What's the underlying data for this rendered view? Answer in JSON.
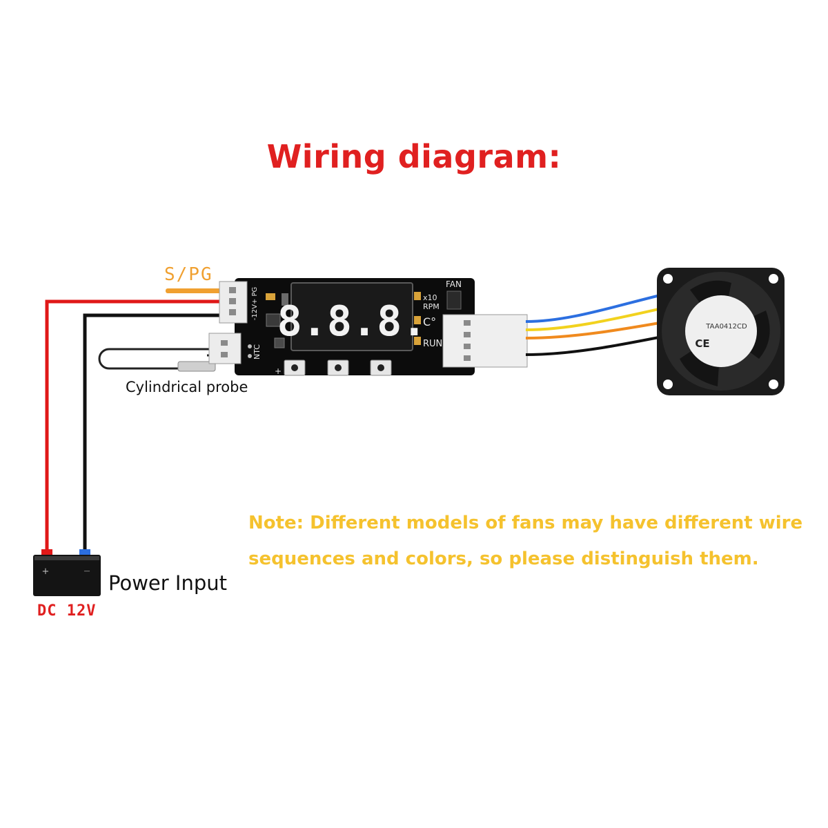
{
  "title": "Wiring diagram:",
  "labels": {
    "spg": "S/PG",
    "probe": "Cylindrical probe",
    "power_input": "Power Input",
    "dc": "DC 12V"
  },
  "note": {
    "line1": "Note: Different models of fans may have different wire",
    "line2": "sequences and colors, so please distinguish them."
  },
  "board": {
    "display": "8.8.8.",
    "pin_label": "-12V+ PG",
    "ntc": "NTC",
    "fan": "FAN",
    "x10": "x10",
    "rpm": "RPM",
    "celsius": "C°",
    "run": "RUN",
    "plus": "+"
  },
  "battery": {
    "plus": "+",
    "minus": "—"
  },
  "fan_sticker": {
    "model": "TAA0412CD",
    "ce": "CE"
  },
  "colors": {
    "title": "#e02020",
    "spg": "#f0a030",
    "note": "#f5c22e",
    "dc": "#e02020",
    "wire_red": "#e01818",
    "wire_black": "#111111",
    "wire_blue": "#2c6fe0",
    "wire_orange": "#f08a1e",
    "wire_yellow": "#f2d21e",
    "board": "#0c0c0c",
    "segment": "#f2f2f2"
  }
}
